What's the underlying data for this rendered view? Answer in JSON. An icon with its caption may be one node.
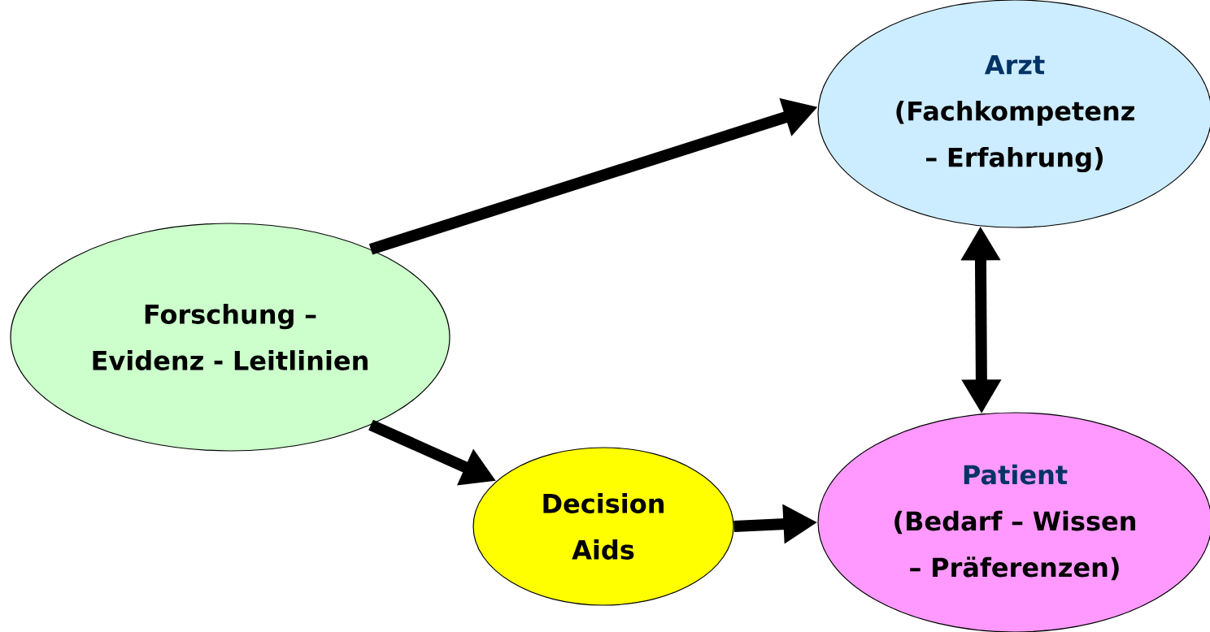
{
  "diagram": {
    "nodes": [
      {
        "text": [
          "Arzt",
          "(Fachkompetenz – Erfahrung)"
        ]
      },
      {
        "text": [
          "Forschung – Evidenz - Leitlinien"
        ]
      },
      {
        "text": [
          "Decision Aids"
        ]
      },
      {
        "text": [
          "Patient",
          "(Bedarf – Wissen – Präferenzen)"
        ]
      }
    ],
    "edges": [
      {
        "from": 1,
        "to": 0,
        "arrow": "to"
      },
      {
        "from": 1,
        "to": 2,
        "arrow": "to"
      },
      {
        "from": 2,
        "to": 3,
        "arrow": "to"
      },
      {
        "from": 0,
        "to": 3,
        "arrow": "both"
      }
    ]
  }
}
